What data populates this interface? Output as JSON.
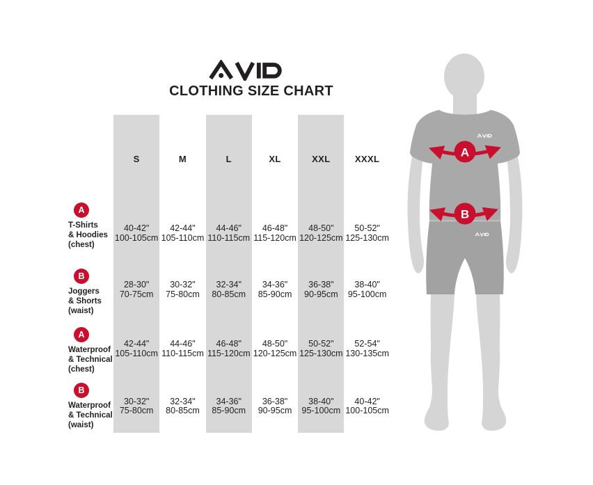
{
  "header": {
    "brand": "AVID",
    "title": "CLOTHING SIZE CHART"
  },
  "colors": {
    "ink": "#231f20",
    "accent_red": "#c8102e",
    "column_gray": "#d8d8d8",
    "skin_gray": "#d5d5d5",
    "shirt_gray": "#a9a9a9",
    "shorts_gray": "#a2a2a2",
    "white": "#ffffff"
  },
  "figure": {
    "marker_a": "A",
    "marker_b": "B",
    "shirt_brand": "AVID",
    "shorts_brand": "AVID"
  },
  "chart_data": {
    "type": "table",
    "title": "CLOTHING SIZE CHART",
    "columns": [
      "S",
      "M",
      "L",
      "XL",
      "XXL",
      "XXXL"
    ],
    "rows": [
      {
        "marker": "A",
        "label_lines": [
          "T-Shirts",
          "& Hoodies",
          "(chest)"
        ],
        "values": [
          {
            "in": "40-42\"",
            "cm": "100-105cm"
          },
          {
            "in": "42-44\"",
            "cm": "105-110cm"
          },
          {
            "in": "44-46\"",
            "cm": "110-115cm"
          },
          {
            "in": "46-48\"",
            "cm": "115-120cm"
          },
          {
            "in": "48-50\"",
            "cm": "120-125cm"
          },
          {
            "in": "50-52\"",
            "cm": "125-130cm"
          }
        ]
      },
      {
        "marker": "B",
        "label_lines": [
          "Joggers",
          "& Shorts",
          "(waist)"
        ],
        "values": [
          {
            "in": "28-30\"",
            "cm": "70-75cm"
          },
          {
            "in": "30-32\"",
            "cm": "75-80cm"
          },
          {
            "in": "32-34\"",
            "cm": "80-85cm"
          },
          {
            "in": "34-36\"",
            "cm": "85-90cm"
          },
          {
            "in": "36-38\"",
            "cm": "90-95cm"
          },
          {
            "in": "38-40\"",
            "cm": "95-100cm"
          }
        ]
      },
      {
        "marker": "A",
        "label_lines": [
          "Waterproof",
          "& Technical",
          "(chest)"
        ],
        "values": [
          {
            "in": "42-44\"",
            "cm": "105-110cm"
          },
          {
            "in": "44-46\"",
            "cm": "110-115cm"
          },
          {
            "in": "46-48\"",
            "cm": "115-120cm"
          },
          {
            "in": "48-50\"",
            "cm": "120-125cm"
          },
          {
            "in": "50-52\"",
            "cm": "125-130cm"
          },
          {
            "in": "52-54\"",
            "cm": "130-135cm"
          }
        ]
      },
      {
        "marker": "B",
        "label_lines": [
          "Waterproof",
          "& Technical",
          "(waist)"
        ],
        "values": [
          {
            "in": "30-32\"",
            "cm": "75-80cm"
          },
          {
            "in": "32-34\"",
            "cm": "80-85cm"
          },
          {
            "in": "34-36\"",
            "cm": "85-90cm"
          },
          {
            "in": "36-38\"",
            "cm": "90-95cm"
          },
          {
            "in": "38-40\"",
            "cm": "95-100cm"
          },
          {
            "in": "40-42\"",
            "cm": "100-105cm"
          }
        ]
      }
    ]
  }
}
